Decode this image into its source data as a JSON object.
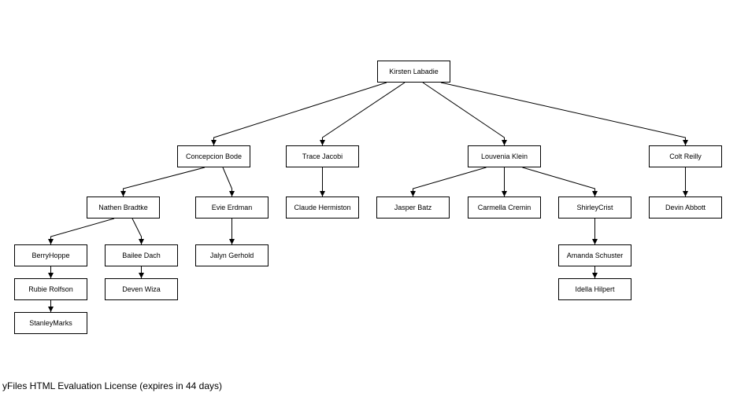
{
  "diagram": {
    "nodes": [
      {
        "id": "n1",
        "label": "Kirsten Labadie"
      },
      {
        "id": "n2",
        "label": "Concepcion Bode"
      },
      {
        "id": "n3",
        "label": "Trace Jacobi"
      },
      {
        "id": "n4",
        "label": "Louvenia Klein"
      },
      {
        "id": "n5",
        "label": "Colt Reilly"
      },
      {
        "id": "n6",
        "label": "Nathen Bradtke"
      },
      {
        "id": "n7",
        "label": "Evie Erdman"
      },
      {
        "id": "n8",
        "label": "Claude Hermiston"
      },
      {
        "id": "n9",
        "label": "Jasper Batz"
      },
      {
        "id": "n10",
        "label": "Carmella Cremin"
      },
      {
        "id": "n11",
        "label": "ShirleyCrist"
      },
      {
        "id": "n12",
        "label": "Devin Abbott"
      },
      {
        "id": "n13",
        "label": "BerryHoppe"
      },
      {
        "id": "n14",
        "label": "Bailee Dach"
      },
      {
        "id": "n15",
        "label": "Jalyn Gerhold"
      },
      {
        "id": "n16",
        "label": "Amanda Schuster"
      },
      {
        "id": "n17",
        "label": "Rubie Rolfson"
      },
      {
        "id": "n18",
        "label": "Deven Wiza"
      },
      {
        "id": "n19",
        "label": "Idella Hilpert"
      },
      {
        "id": "n20",
        "label": "StanleyMarks"
      }
    ],
    "edges": [
      [
        "n1",
        "n2"
      ],
      [
        "n1",
        "n3"
      ],
      [
        "n1",
        "n4"
      ],
      [
        "n1",
        "n5"
      ],
      [
        "n2",
        "n6"
      ],
      [
        "n2",
        "n7"
      ],
      [
        "n3",
        "n8"
      ],
      [
        "n4",
        "n9"
      ],
      [
        "n4",
        "n10"
      ],
      [
        "n4",
        "n11"
      ],
      [
        "n5",
        "n12"
      ],
      [
        "n6",
        "n13"
      ],
      [
        "n6",
        "n14"
      ],
      [
        "n7",
        "n15"
      ],
      [
        "n11",
        "n16"
      ],
      [
        "n13",
        "n17"
      ],
      [
        "n14",
        "n18"
      ],
      [
        "n16",
        "n19"
      ],
      [
        "n17",
        "n20"
      ]
    ],
    "colors": {
      "stroke": "#000000",
      "fill": "#ffffff"
    }
  },
  "license_text": "yFiles HTML Evaluation License (expires in 44 days)"
}
